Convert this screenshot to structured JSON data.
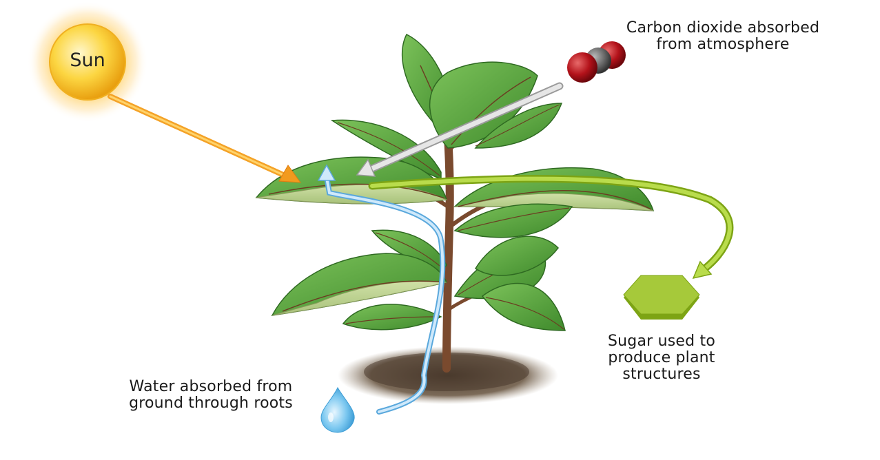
{
  "diagram": {
    "sun": {
      "label": "Sun",
      "color": "#f7c21e"
    },
    "carbon_dioxide": {
      "label_lines": [
        "Carbon dioxide absorbed",
        "from atmosphere"
      ]
    },
    "sugar": {
      "label_lines": [
        "Sugar used to",
        "produce plant",
        "structures"
      ],
      "color": "#a6c93a"
    },
    "water": {
      "label_lines": [
        "Water absorbed from",
        "ground through roots"
      ],
      "color": "#8cc8ee"
    },
    "arrows": [
      {
        "name": "sunlight-arrow",
        "color": "#f29a1e"
      },
      {
        "name": "co2-arrow",
        "color": "#d8d8d8"
      },
      {
        "name": "sugar-arrow",
        "color": "#a6cc2e"
      },
      {
        "name": "water-arrow",
        "color": "#a9d6f5"
      }
    ],
    "leaf_color": "#5ea83e",
    "stem_color": "#7a4a2e",
    "soil_color": "#5a4a3a"
  }
}
